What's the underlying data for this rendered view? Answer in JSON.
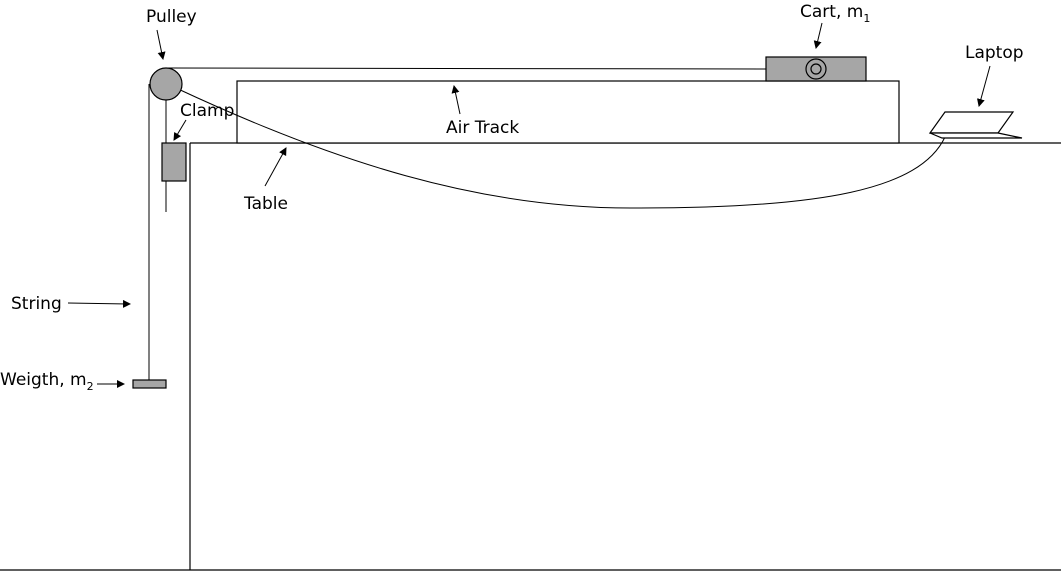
{
  "labels": {
    "pulley": "Pulley",
    "cart": "Cart, m",
    "cart_sub": "1",
    "laptop": "Laptop",
    "clamp": "Clamp",
    "air_track": "Air Track",
    "table": "Table",
    "string": "String",
    "weight": "Weigth, m",
    "weight_sub": "2"
  },
  "colors": {
    "component_fill": "#a6a6a6",
    "line": "#000000",
    "background": "#ffffff"
  }
}
